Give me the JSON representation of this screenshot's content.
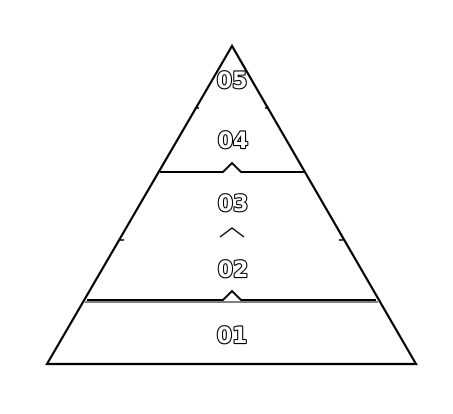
{
  "diagram": {
    "type": "pyramid",
    "levels": [
      {
        "id": "level-5",
        "label": "05"
      },
      {
        "id": "level-4",
        "label": "04"
      },
      {
        "id": "level-3",
        "label": "03"
      },
      {
        "id": "level-2",
        "label": "02"
      },
      {
        "id": "level-1",
        "label": "01"
      }
    ]
  }
}
